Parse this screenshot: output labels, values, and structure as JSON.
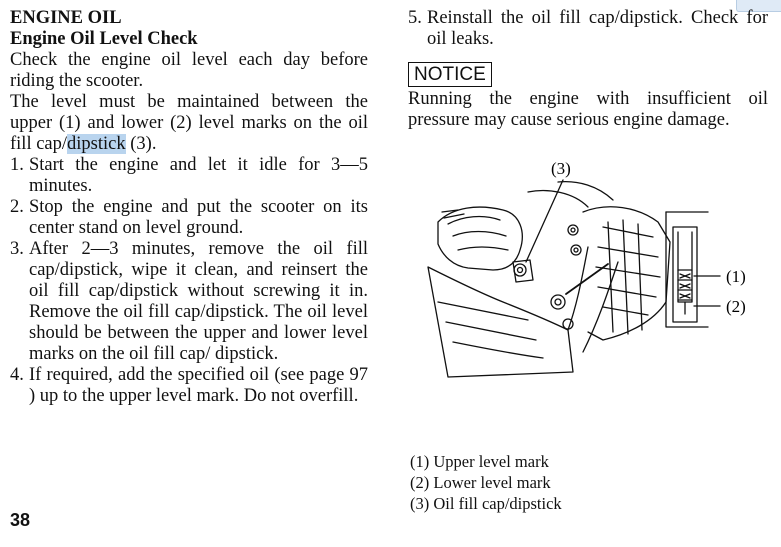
{
  "section_title": "ENGINE OIL",
  "sub_title": "Engine Oil Level Check",
  "intro": {
    "para1": "Check the engine oil level each day before riding the scooter.",
    "para2_before": "The level must be maintained between the upper (1) and lower (2) level marks on the oil fill cap/",
    "para2_highlight": "dipstick",
    "para2_after": " (3)."
  },
  "steps_left": [
    {
      "num": "1.",
      "text": "Start the engine and let it idle for 3—5 minutes."
    },
    {
      "num": "2.",
      "text": "Stop the engine and put the scooter on its center stand on level ground."
    },
    {
      "num": "3.",
      "text": "After 2—3 minutes, remove the oil fill cap/dipstick, wipe it clean, and reinsert the oil fill cap/dipstick without screwing it in. Remove the oil fill cap/dipstick. The oil level should be between the upper and lower level marks on the oil fill cap/ dipstick."
    },
    {
      "num": "4.",
      "text": "If required, add the specified oil (see page 97 ) up to the upper level mark. Do not overfill."
    }
  ],
  "steps_right": [
    {
      "num": "5.",
      "text": "Reinstall the oil fill cap/dipstick. Check for oil leaks."
    }
  ],
  "notice": {
    "label": "NOTICE",
    "text": "Running the engine with insufficient oil pressure may cause serious engine damage."
  },
  "figure_callouts": {
    "c3": "(3)",
    "c1": "(1)",
    "c2": "(2)"
  },
  "captions": [
    "(1) Upper level mark",
    "(2) Lower level mark",
    "(3) Oil fill cap/dipstick"
  ],
  "page_number": "38",
  "colors": {
    "highlight": "#b9d4ee"
  }
}
